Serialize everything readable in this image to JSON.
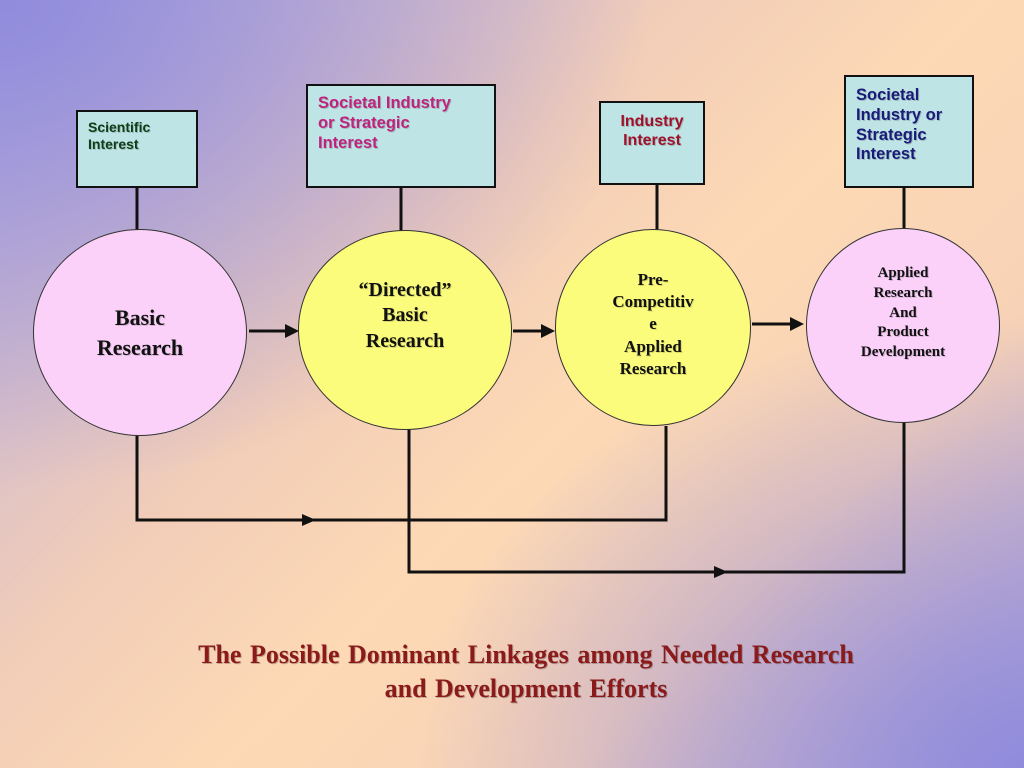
{
  "boxes": {
    "scientific": "Scientific\nInterest",
    "societal_industry_strategic": "Societal Industry\nor Strategic\nInterest",
    "industry": "Industry\nInterest",
    "societal_industry_or_strategic": "Societal\nIndustry or\nStrategic\nInterest"
  },
  "circles": {
    "basic_research": "Basic\nResearch",
    "directed_basic_research": "“Directed”\nBasic\nResearch",
    "pre_competitive_applied": "Pre-\nCompetitiv\ne\nApplied\nResearch",
    "applied_product_development": "Applied\nResearch\nAnd\nProduct\nDevelopment"
  },
  "caption": "The Possible  Dominant  Linkages among  Needed Research\nand  Development Efforts",
  "colors": {
    "box_fill": "#bfe4e6",
    "pink_circle": "#fbd1f9",
    "yellow_circle": "#fbfb7c",
    "green_text": "#0d3d16",
    "magenta_text": "#c0227d",
    "darkred_text": "#a0102a",
    "navy_text": "#1a1a7a",
    "caption_text": "#8b1a1a"
  }
}
